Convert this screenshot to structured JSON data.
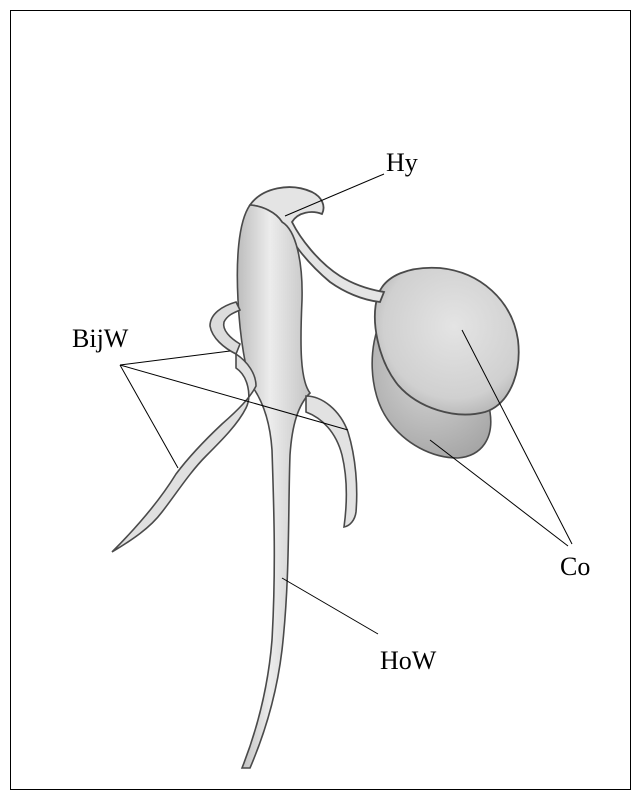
{
  "labels": {
    "hy": "Hy",
    "bijw": "BijW",
    "co": "Co",
    "how": "HoW"
  },
  "colors": {
    "background": "#ffffff",
    "plant_fill": "#e6e6e6",
    "plant_shade": "#c9c9c9",
    "outline": "#4a4a4a",
    "leader_line": "#000000"
  }
}
